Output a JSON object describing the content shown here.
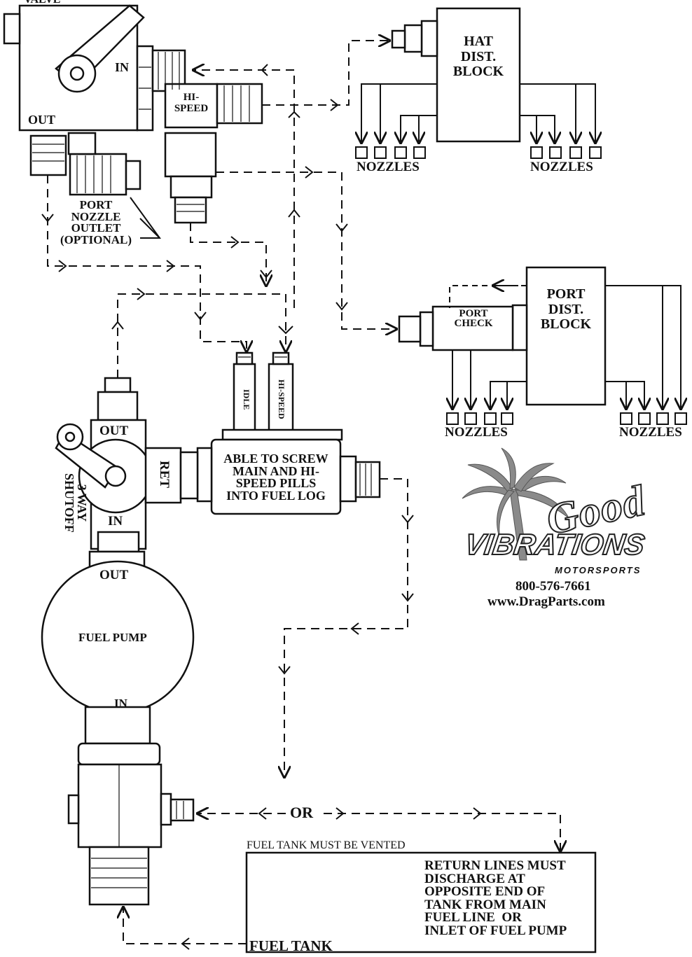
{
  "labels": {
    "valve": "VALVE",
    "in_valve": "IN",
    "out_valve": "OUT",
    "hi_speed_valve": "HI-\nSPEED",
    "port_nozzle_outlet": "PORT\nNOZZLE\nOUTLET\n(OPTIONAL)",
    "hat_block": "HAT\nDIST.\nBLOCK",
    "nozzles_left": "NOZZLES",
    "nozzles_right": "NOZZLES",
    "port_block": "PORT\nDIST.\nBLOCK",
    "port_check": "PORT\nCHECK",
    "nozzles_port_left": "NOZZLES",
    "nozzles_port_right": "NOZZLES",
    "idle": "IDLE",
    "hi_speed_pill": "HI-SPEED",
    "fuel_log": "ABLE TO SCREW\nMAIN AND HI-\nSPEED PILLS\nINTO FUEL LOG",
    "out_3way": "OUT",
    "ret": "RET",
    "in_3way": "IN",
    "three_way": "3 WAY\nSHUTOFF",
    "out_pump": "OUT",
    "fuel_pump": "FUEL PUMP",
    "in_pump": "IN",
    "or": "OR",
    "tank_vented": "FUEL TANK MUST BE VENTED",
    "return_lines": "RETURN LINES MUST\nDISCHARGE AT\nOPPOSITE END OF\nTANK FROM MAIN\nFUEL LINE  OR\nINLET OF FUEL PUMP",
    "fuel_tank": "FUEL TANK"
  },
  "logo": {
    "good": "Good",
    "vibrations": "VIBRATIONS",
    "motorsports": "MOTORSPORTS",
    "phone": "800-576-7661",
    "website": "www.DragParts.com"
  },
  "colors": {
    "ink": "#111111",
    "paper": "#ffffff",
    "logo_gray": "#777777"
  }
}
